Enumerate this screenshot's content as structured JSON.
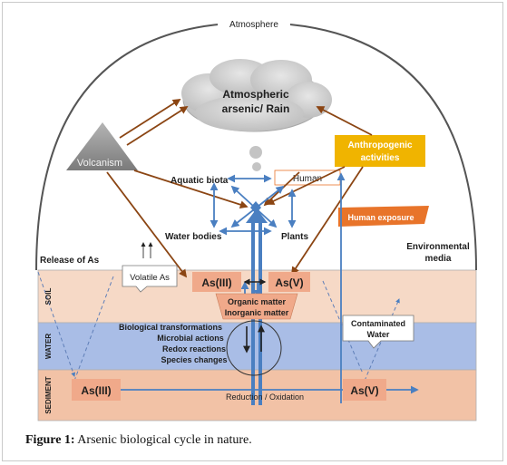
{
  "atmosphere": "Atmosphere",
  "cloud": {
    "line1": "Atmospheric",
    "line2": "arsenic/ Rain"
  },
  "volcanism": "Volcanism",
  "anthropogenic": {
    "line1": "Anthropogenic",
    "line2": "activities"
  },
  "aquatic_biota": "Aquatic biota",
  "human": "Human",
  "human_exposure": "Human exposure",
  "water_bodies": "Water bodies",
  "plants": "Plants",
  "release_of_as": "Release of As",
  "volatile_as": "Volatile As",
  "environmental_media": {
    "line1": "Environmental",
    "line2": "media"
  },
  "layers": {
    "soil": "SOIL",
    "water": "WATER",
    "sediment": "SEDIMENT"
  },
  "as3_soil": "As(III)",
  "as5_soil": "As(V)",
  "matter": {
    "line1": "Organic matter",
    "line2": "Inorganic matter"
  },
  "processes": [
    "Biological transformations",
    "Microbial actions",
    "Redox reactions",
    "Species changes"
  ],
  "contaminated_water": {
    "line1": "Contaminated",
    "line2": "Water"
  },
  "as3_sediment": "As(III)",
  "as5_sediment": "As(V)",
  "reduction_oxidation": "Reduction / Oxidation",
  "caption": {
    "label": "Figure 1:",
    "text": " Arsenic biological cycle in nature."
  },
  "colors": {
    "soil": "#f6d9c6",
    "water": "#a9bde6",
    "sediment": "#f2c2a6",
    "brown_arrow": "#8b4513",
    "blue_arrow": "#4a7fc1",
    "anthropogenic": "#f0b400",
    "human_exposure": "#e8742a"
  }
}
